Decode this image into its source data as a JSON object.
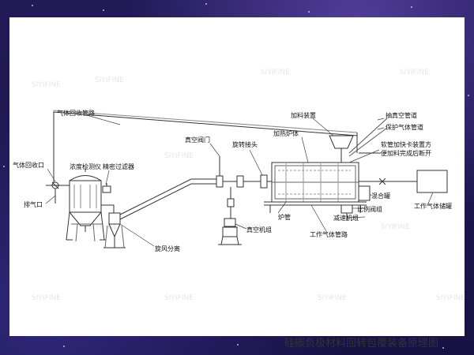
{
  "caption": "硅碳负极材料回转包覆装备原理图",
  "watermark": "SIYIFINE",
  "labels": {
    "gas_recovery_pipe": "气体回收管路",
    "gas_recovery_port": "气体回收口",
    "exhaust_port": "排气口",
    "concentration_meter": "浓度检测仪",
    "precision_filter": "精密过滤器",
    "cyclone": "旋风分离",
    "vacuum_valve": "真空阀门",
    "rotary_joint": "旋转接头",
    "heating_furnace": "加热炉体",
    "feeding_device": "加料装置",
    "vacuum_pipe": "抽真空管道",
    "protective_gas_pipe": "保护气体管道",
    "quick_clamp_1": "软管加快卡装置方",
    "quick_clamp_2": "便加料完成后断开",
    "mixing_tank": "混合罐",
    "proportional_valve": "比例阀组",
    "reducer": "减速机组",
    "furnace_tube": "炉管",
    "vacuum_unit": "真空机组",
    "working_gas_pipe": "工作气体管路",
    "working_gas_tank": "工作气体储罐"
  }
}
